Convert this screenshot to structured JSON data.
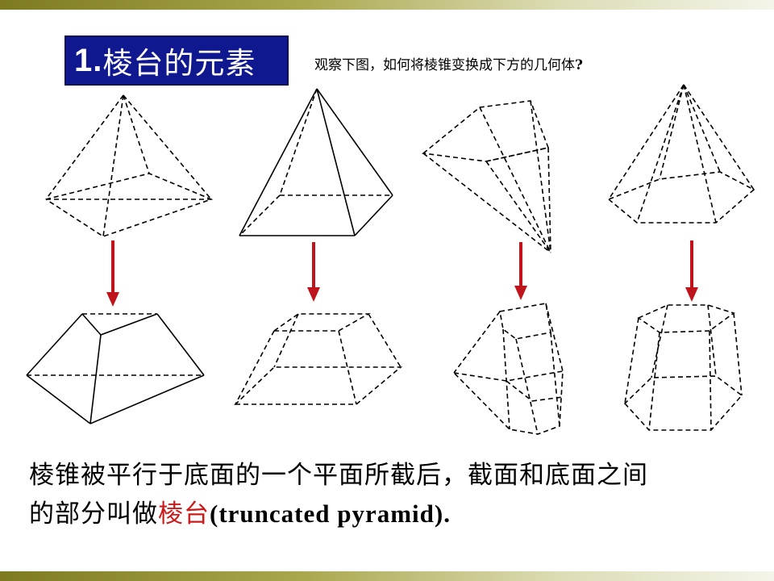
{
  "slide": {
    "title_number": "1.",
    "title_text": "棱台的元素",
    "question_text": "观察下图，如何将棱锥变换成下方的几何体",
    "question_mark": "?",
    "caption_line1": "棱锥被平行于底面的一个平面所截后，截面和底面之间",
    "caption_line2_prefix": "的部分叫做",
    "caption_term": "棱台",
    "caption_paren_open": "(",
    "caption_english": "truncated pyramid",
    "caption_paren_close": ").",
    "colors": {
      "title_bg": "#101890",
      "title_fg": "#ffffff",
      "arrow": "#c0141c",
      "term": "#cc1a1a",
      "band_dark": "#7d7a20",
      "band_light": "#f4f4ea"
    }
  }
}
